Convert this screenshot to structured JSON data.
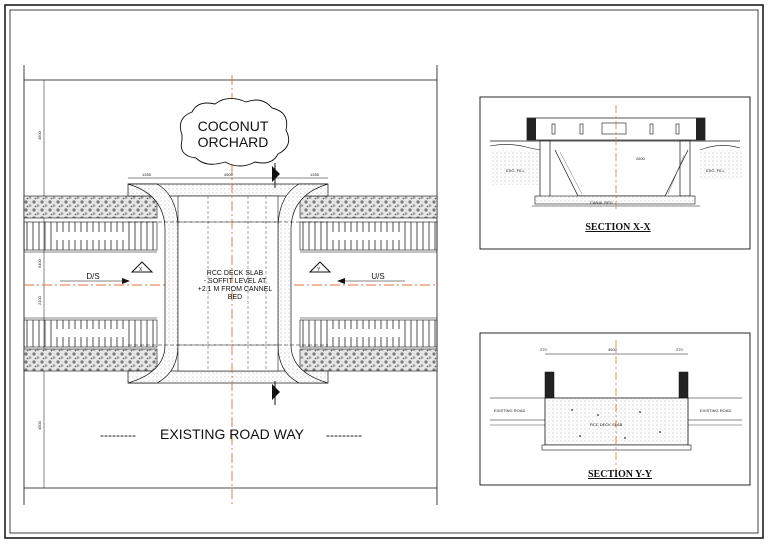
{
  "labels": {
    "orchard_line1": "COCONUT",
    "orchard_line2": "ORCHARD",
    "road": "EXISTING ROAD WAY",
    "road_dash_left": "---------",
    "road_dash_right": "---------",
    "slab_line1": "RCC DECK SLAB",
    "slab_line2": "- SOFFIT LEVEL AT",
    "slab_line3": "+2.1 M FROM CANNEL",
    "slab_line4": "BED",
    "ds": "D/S",
    "us": "U/S",
    "section_x_marker": "X",
    "section_y_marker": "Y"
  },
  "sections": {
    "xx_title": "SECTION X-X",
    "yy_title": "SECTION Y-Y"
  },
  "colors": {
    "ink": "#111111",
    "centerline": "#e0703a",
    "hatch": "#8a8a8a"
  }
}
